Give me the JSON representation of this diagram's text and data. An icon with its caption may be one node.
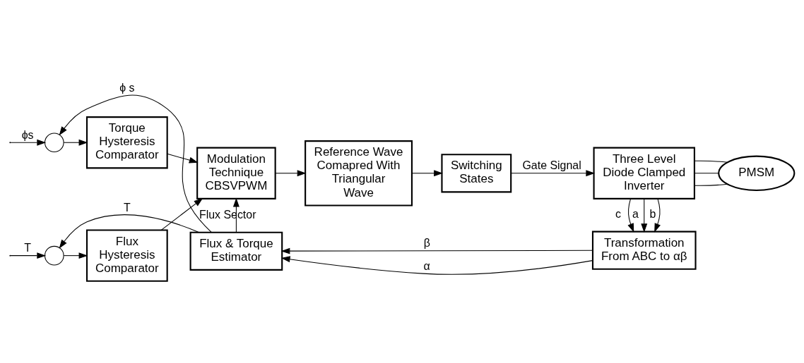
{
  "diagram": {
    "nodes": [
      {
        "text": [],
        "shape": "circle"
      },
      {
        "text": [],
        "shape": "circle"
      },
      {
        "text": [
          "Torque Hysteresis Comparator"
        ]
      },
      {
        "text": [
          "Flux Hysteresis Comparator"
        ]
      },
      {
        "text": [
          "Modulation Technique CBSVPWM"
        ]
      },
      {
        "text": [
          "Reference Wave Comapred With Triangular Wave"
        ]
      },
      {
        "text": [
          "Switching States"
        ]
      },
      {
        "text": [
          "Three Level Diode Clamped Inverter"
        ]
      },
      {
        "text": [
          "PMSM"
        ]
      },
      {
        "text": [
          "Transformation From ABC to αβ"
        ]
      },
      {
        "text": [
          "Flux & Torque Estimator"
        ]
      }
    ],
    "edges": [
      {
        "from": null,
        "to": 0,
        "arrow": "to",
        "label": "ϕs"
      },
      {
        "from": null,
        "to": 1,
        "arrow": "to",
        "label": "T"
      },
      {
        "from": 0,
        "to": 2,
        "arrow": "to"
      },
      {
        "from": 1,
        "to": 3,
        "arrow": "to"
      },
      {
        "from": 2,
        "to": 4,
        "arrow": "to"
      },
      {
        "from": 3,
        "to": 4,
        "arrow": "to"
      },
      {
        "from": 4,
        "to": 5,
        "arrow": "to"
      },
      {
        "from": 5,
        "to": 6,
        "arrow": "to"
      },
      {
        "from": 6,
        "to": 7,
        "arrow": "to",
        "label": "Gate Signal"
      },
      {
        "from": 7,
        "to": 8,
        "arrow": "none"
      },
      {
        "from": 7,
        "to": 8,
        "arrow": "none"
      },
      {
        "from": 7,
        "to": 8,
        "arrow": "none"
      },
      {
        "from": 7,
        "to": 9,
        "arrow": "to",
        "label": "a"
      },
      {
        "from": 7,
        "to": 9,
        "arrow": "to",
        "label": "b"
      },
      {
        "from": 7,
        "to": 9,
        "arrow": "to",
        "label": "c"
      },
      {
        "from": 9,
        "to": 10,
        "arrow": "to",
        "label": "α"
      },
      {
        "from": 9,
        "to": 10,
        "arrow": "to",
        "label": "β"
      },
      {
        "from": 10,
        "to": 4,
        "arrow": "to",
        "label": "Flux Sector"
      },
      {
        "from": 10,
        "to": 1,
        "arrow": "to",
        "label": "T"
      },
      {
        "from": 10,
        "to": 0,
        "arrow": "to",
        "label": "ϕ s"
      }
    ]
  }
}
